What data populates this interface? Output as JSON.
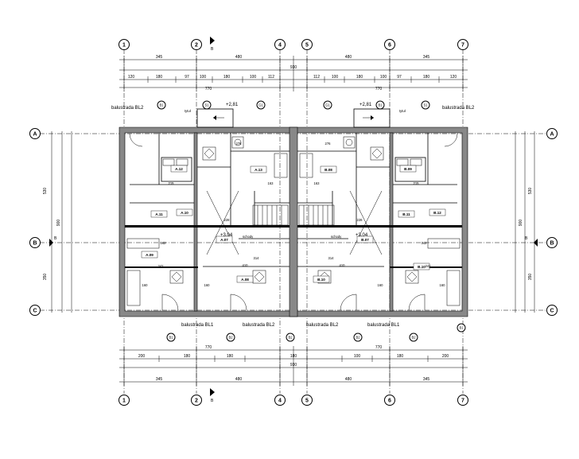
{
  "axes": {
    "columns": [
      "1",
      "2",
      "4",
      "5",
      "6",
      "7"
    ],
    "rows": [
      "A",
      "B",
      "C"
    ]
  },
  "section_marker": "B",
  "dims": {
    "top_row1": [
      "345",
      "480",
      "480",
      "345"
    ],
    "top_total": "930",
    "top_row3": [
      "120",
      "180",
      "97",
      "100",
      "180",
      "100",
      "112",
      "112",
      "100",
      "180",
      "100",
      "97",
      "180",
      "120"
    ],
    "top_row4": [
      "770",
      "770"
    ],
    "bottom_row1": [
      "770",
      "770"
    ],
    "bottom_row2": [
      "200",
      "180",
      "180",
      "180",
      "100",
      "180",
      "200"
    ],
    "bottom_total": "930",
    "bottom_row4": [
      "345",
      "480",
      "480",
      "345"
    ],
    "left_vertical": [
      "530",
      "350",
      "900"
    ],
    "right_vertical": [
      "530",
      "350",
      "900"
    ]
  },
  "labels": {
    "balustrade_bl2": "balustrada BL2",
    "balustrade_bl1": "balustrada BL1",
    "level_top": "+2,81",
    "level_mid": "+3,04",
    "cover": "tytuł",
    "stair": "schody"
  },
  "rooms": {
    "left": [
      "A.12",
      "A.13",
      "A.11",
      "A.10",
      "A.07",
      "A.09",
      "A.08"
    ],
    "right": [
      "B.08",
      "B.09",
      "B.11",
      "B.12",
      "B.07",
      "B.10",
      "B.10"
    ]
  },
  "bubbles": {
    "top": [
      "B1",
      "S1",
      "G1",
      "G1",
      "B1",
      "S1"
    ],
    "bottom": [
      "B1",
      "B2",
      "B2",
      "B2",
      "B2",
      "B1"
    ]
  },
  "room_dims": {
    "left": [
      "215",
      "276",
      "163",
      "342",
      "342",
      "314",
      "160",
      "160",
      "410",
      "228"
    ],
    "right": [
      "276",
      "215",
      "163",
      "342",
      "342",
      "314",
      "160",
      "160",
      "410",
      "228"
    ]
  }
}
